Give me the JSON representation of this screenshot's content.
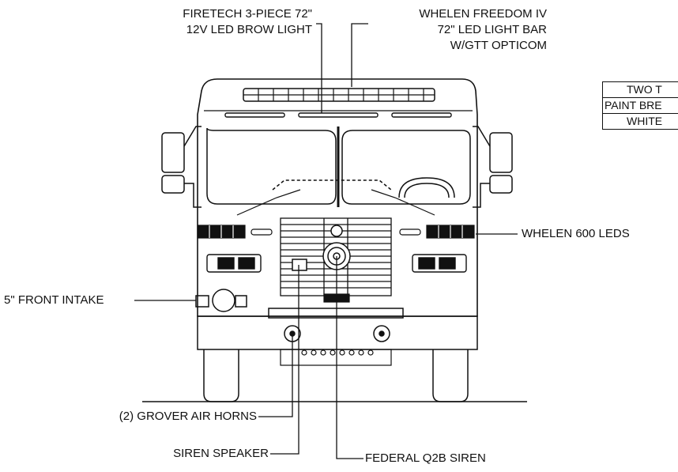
{
  "callouts": {
    "brow_light": [
      "FIRETECH 3-PIECE 72\"",
      "12V LED BROW LIGHT"
    ],
    "light_bar": [
      "WHELEN FREEDOM IV",
      "72\" LED LIGHT BAR",
      "W/GTT OPTICOM"
    ],
    "leds": "WHELEN 600 LEDS",
    "intake": "5\" FRONT INTAKE",
    "air_horns": "(2) GROVER AIR HORNS",
    "siren_speaker": "SIREN SPEAKER",
    "q2b_siren": "FEDERAL Q2B SIREN"
  },
  "paint_table": [
    "TWO T",
    "PAINT BRE",
    "WHITE"
  ],
  "colors": {
    "ink": "#111111",
    "background": "#ffffff"
  }
}
